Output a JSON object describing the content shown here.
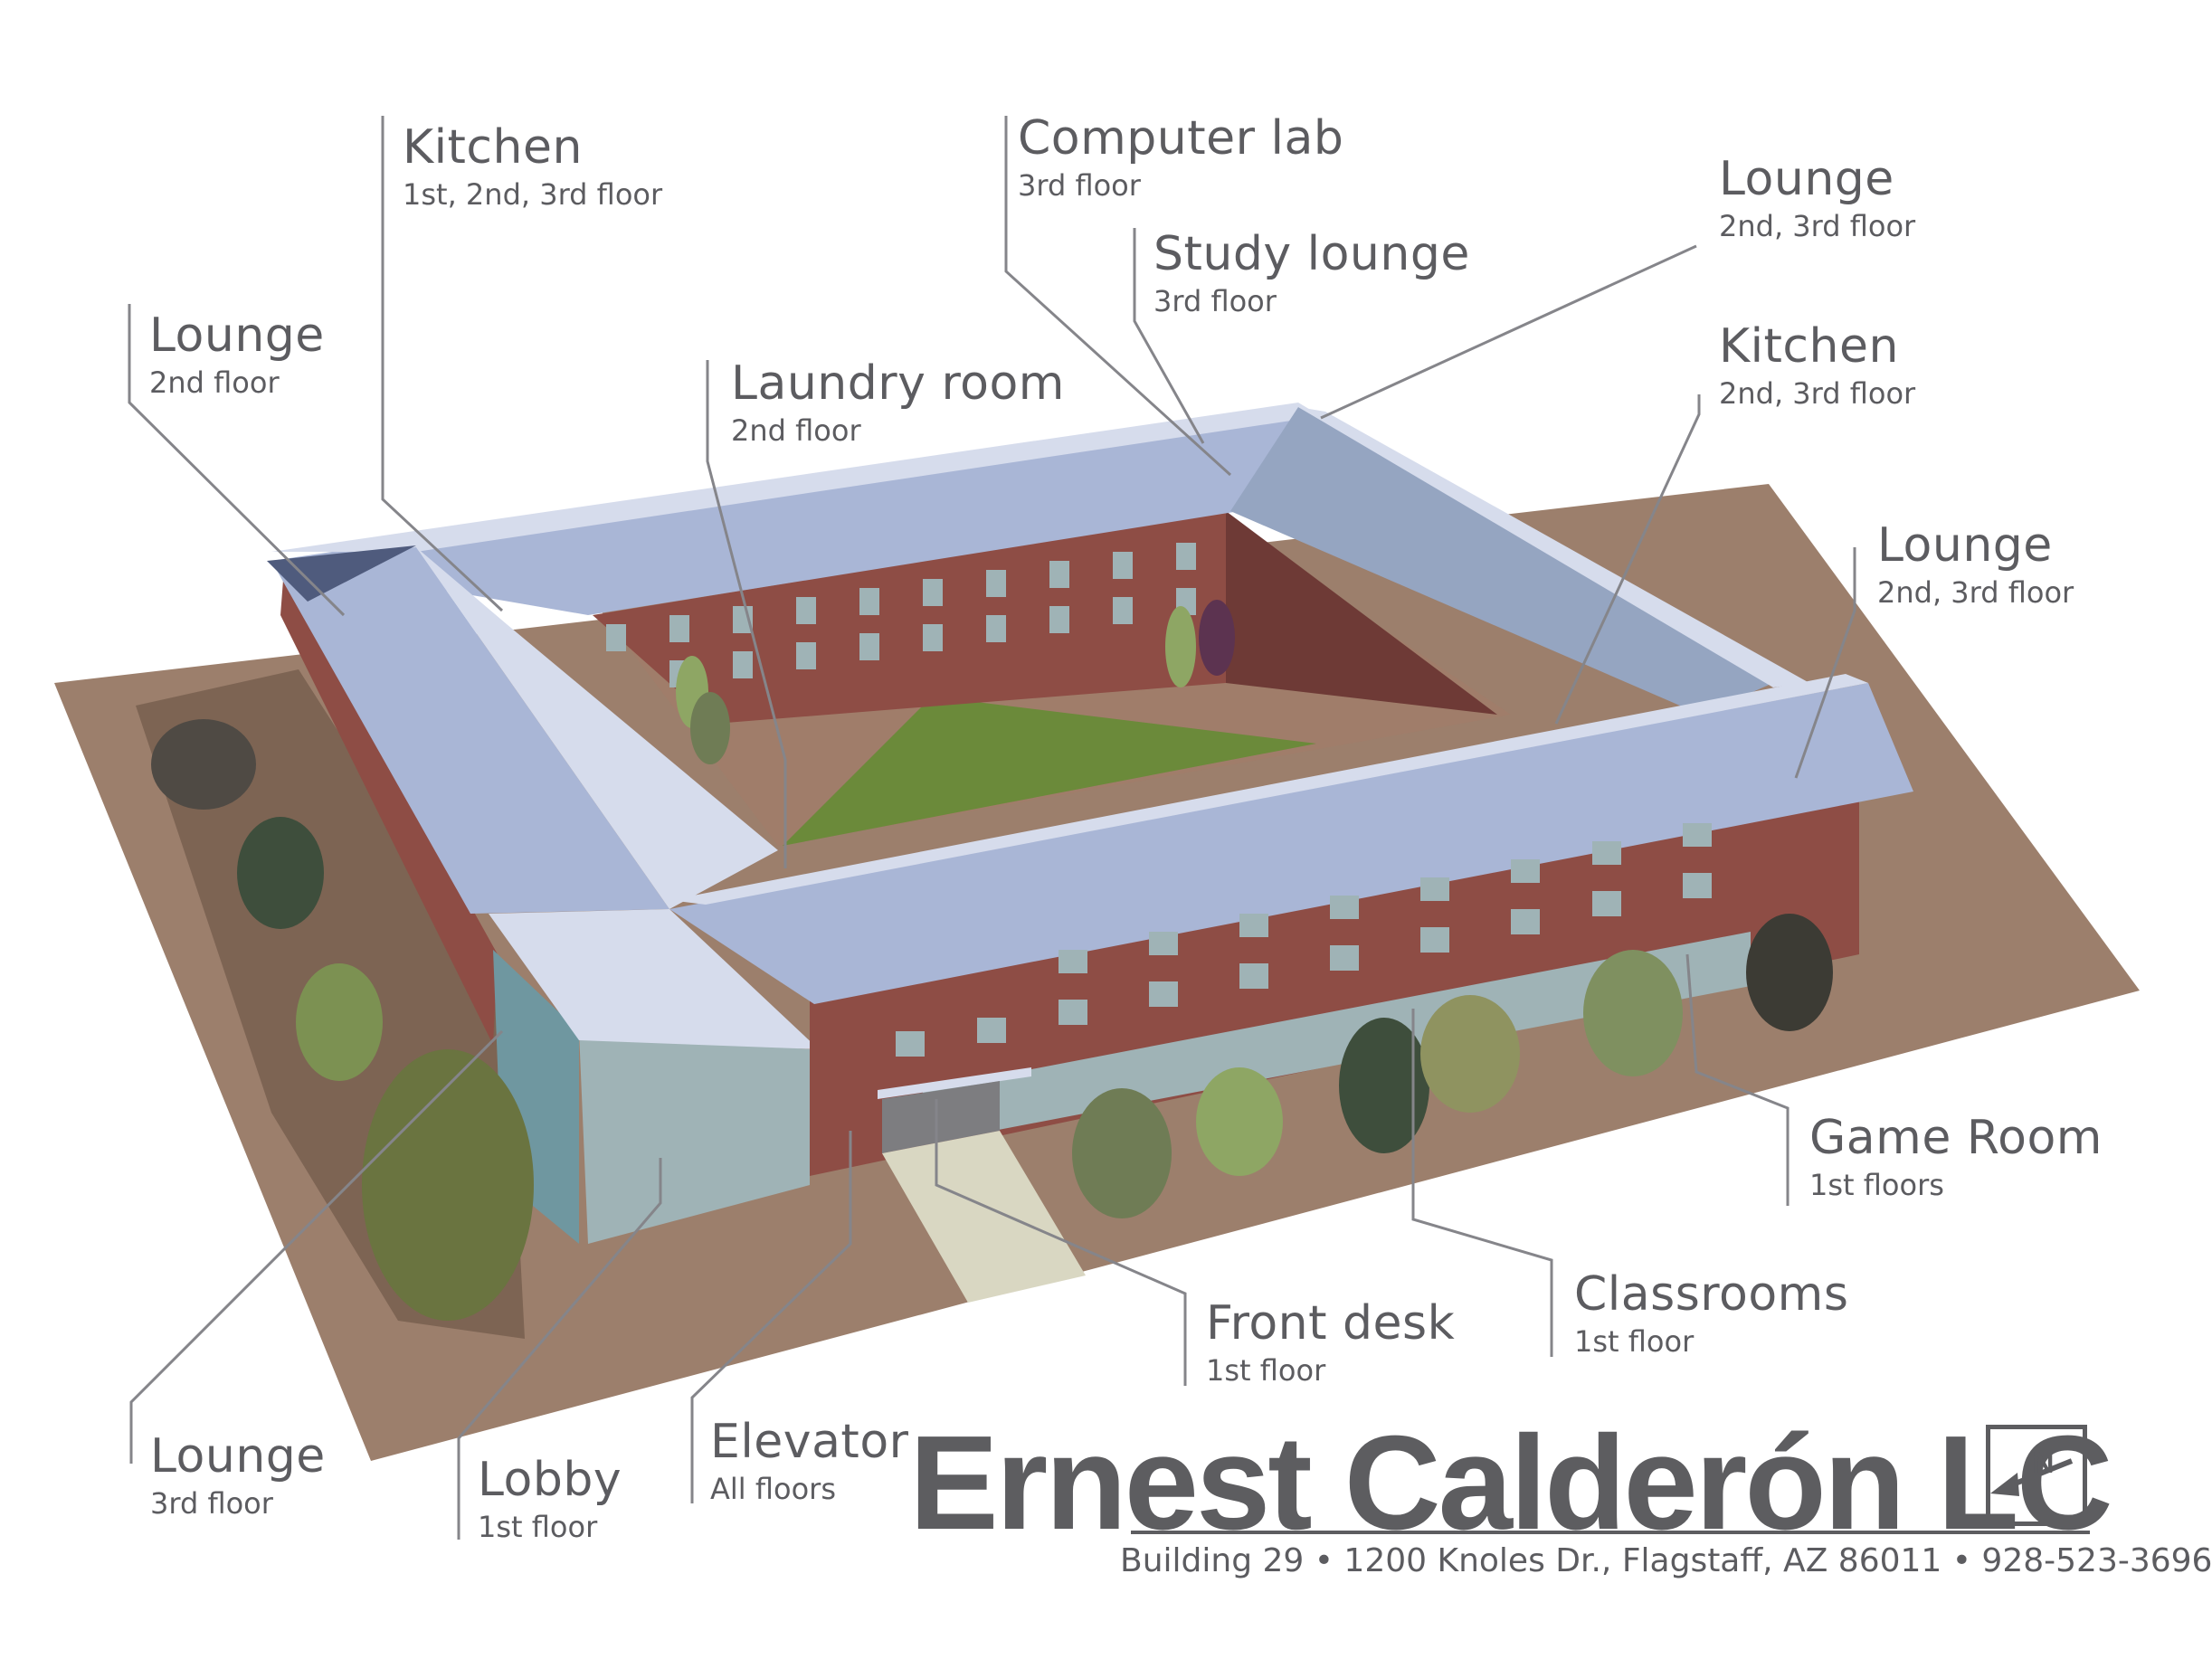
{
  "callouts": [
    {
      "id": "kitchen-1",
      "title": "Kitchen",
      "sub": "1st, 2nd, 3rd floor"
    },
    {
      "id": "computer-lab",
      "title": "Computer lab",
      "sub": "3rd floor"
    },
    {
      "id": "lounge-ne",
      "title": "Lounge",
      "sub": "2nd, 3rd floor"
    },
    {
      "id": "study-lounge",
      "title": "Study lounge",
      "sub": "3rd floor"
    },
    {
      "id": "lounge-nw",
      "title": "Lounge",
      "sub": "2nd floor"
    },
    {
      "id": "laundry",
      "title": "Laundry room",
      "sub": "2nd floor"
    },
    {
      "id": "kitchen-2",
      "title": "Kitchen",
      "sub": "2nd, 3rd floor"
    },
    {
      "id": "lounge-e",
      "title": "Lounge",
      "sub": "2nd, 3rd floor"
    },
    {
      "id": "game-room",
      "title": "Game Room",
      "sub": "1st floors"
    },
    {
      "id": "front-desk",
      "title": "Front desk",
      "sub": "1st floor"
    },
    {
      "id": "classrooms",
      "title": "Classrooms",
      "sub": "1st floor"
    },
    {
      "id": "elevator",
      "title": "Elevator",
      "sub": "All floors"
    },
    {
      "id": "lobby",
      "title": "Lobby",
      "sub": "1st floor"
    },
    {
      "id": "lounge-sw",
      "title": "Lounge",
      "sub": "3rd floor"
    }
  ],
  "brand": {
    "name": "Ernest Calderón LC",
    "compass": "N",
    "address": "Building 29 • 1200 Knoles Dr., Flagstaff, AZ 86011  •  928-523-3696"
  },
  "colors": {
    "ground": "#9c7f6c",
    "brick": "#8e4d45",
    "roof": "#a9b6d6",
    "roof_light": "#d6dcec",
    "courtyard_grass": "#6b8a3a",
    "glass": "#9fb3b6",
    "text": "#5c5c60",
    "leader_line": "#85858a"
  }
}
